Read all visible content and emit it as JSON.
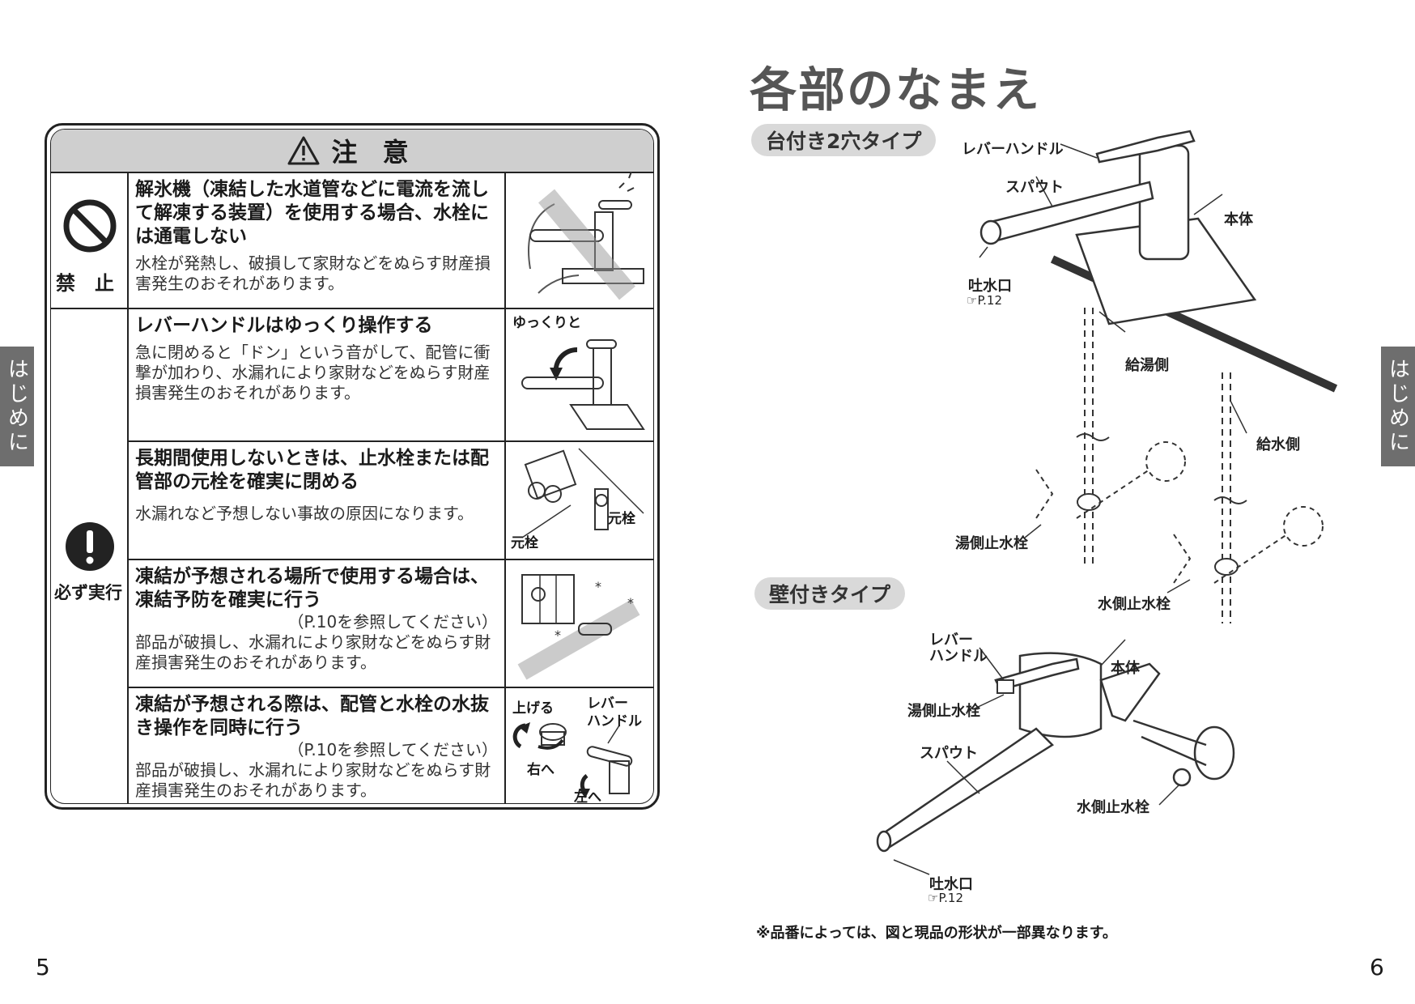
{
  "left_page": {
    "side_tab": "はじめに",
    "page_number": "5",
    "caution": {
      "title": "注 意",
      "prohibit_label": "禁　止",
      "must_label": "必ず実行",
      "rows": [
        {
          "heading": "解氷機（凍結した水道管などに電流を流して解凍する装置）を使用する場合、水栓には通電しない",
          "body": "水栓が発熱し、破損して家財などをぬらす財産損害発生のおそれがあります。"
        },
        {
          "heading": "レバーハンドルはゆっくり操作する",
          "body": "急に閉めると「ドン」という音がして、配管に衝撃が加わり、水漏れにより家財などをぬらす財産損害発生のおそれがあります。",
          "illustration_label": "ゆっくりと"
        },
        {
          "heading": "長期間使用しないときは、止水栓または配管部の元栓を確実に閉める",
          "body": "水漏れなど予想しない事故の原因になります。",
          "illustration_labels": [
            "元栓",
            "元栓"
          ]
        },
        {
          "heading": "凍結が予想される場所で使用する場合は、凍結予防を確実に行う",
          "ref": "（P.10を参照してください）",
          "body": "部品が破損し、水漏れにより家財などをぬらす財産損害発生のおそれがあります。"
        },
        {
          "heading": "凍結が予想される際は、配管と水栓の水抜き操作を同時に行う",
          "ref": "（P.10を参照してください）",
          "body": "部品が破損し、水漏れにより家財などをぬらす財産損害発生のおそれがあります。",
          "illustration_labels": [
            "上げる",
            "レバー",
            "ハンドル",
            "右へ",
            "左へ"
          ]
        }
      ]
    }
  },
  "right_page": {
    "title": "各部のなまえ",
    "side_tab": "はじめに",
    "page_number": "6",
    "deck_type": {
      "pill": "台付き2穴タイプ",
      "labels": {
        "lever": "レバーハンドル",
        "spout": "スパウト",
        "body": "本体",
        "outlet": "吐水口",
        "outlet_ref": "P.12",
        "hot_supply": "給湯側",
        "cold_supply": "給水側",
        "hot_stop": "湯側止水栓",
        "cold_stop": "水側止水栓"
      }
    },
    "wall_type": {
      "pill": "壁付きタイプ",
      "labels": {
        "lever_1": "レバー",
        "lever_2": "ハンドル",
        "body": "本体",
        "hot_stop": "湯側止水栓",
        "spout": "スパウト",
        "cold_stop": "水側止水栓",
        "outlet": "吐水口",
        "outlet_ref": "P.12"
      }
    },
    "note": "※品番によっては、図と現品の形状が一部異なります。"
  }
}
